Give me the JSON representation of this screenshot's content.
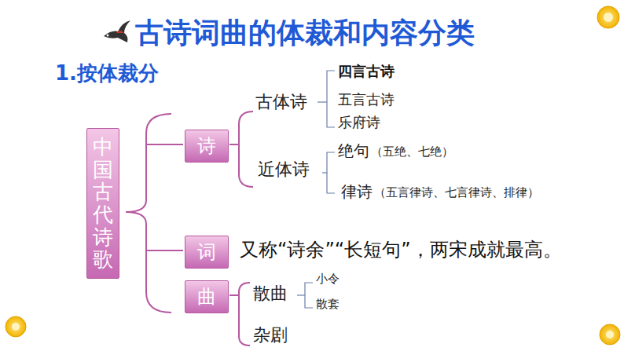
{
  "diagram": {
    "title": "古诗词曲的体裁和内容分类",
    "nodes": [
      {
        "text": [
          "中国古代诗歌"
        ]
      },
      {
        "text": [
          "诗"
        ]
      },
      {
        "text": [
          "词"
        ]
      },
      {
        "text": [
          "曲"
        ]
      }
    ],
    "labels": [
      "1.按体裁分",
      "古体诗",
      "四言古诗",
      "五言古诗",
      "乐府诗",
      "近体诗",
      "绝句",
      "（五绝、七绝）",
      "律诗",
      "（五言律诗、七言律诗、排律）",
      "又称“诗余”“长短句”，两宋成就最高。",
      "散曲",
      "小令",
      "散套",
      "杂剧"
    ]
  }
}
